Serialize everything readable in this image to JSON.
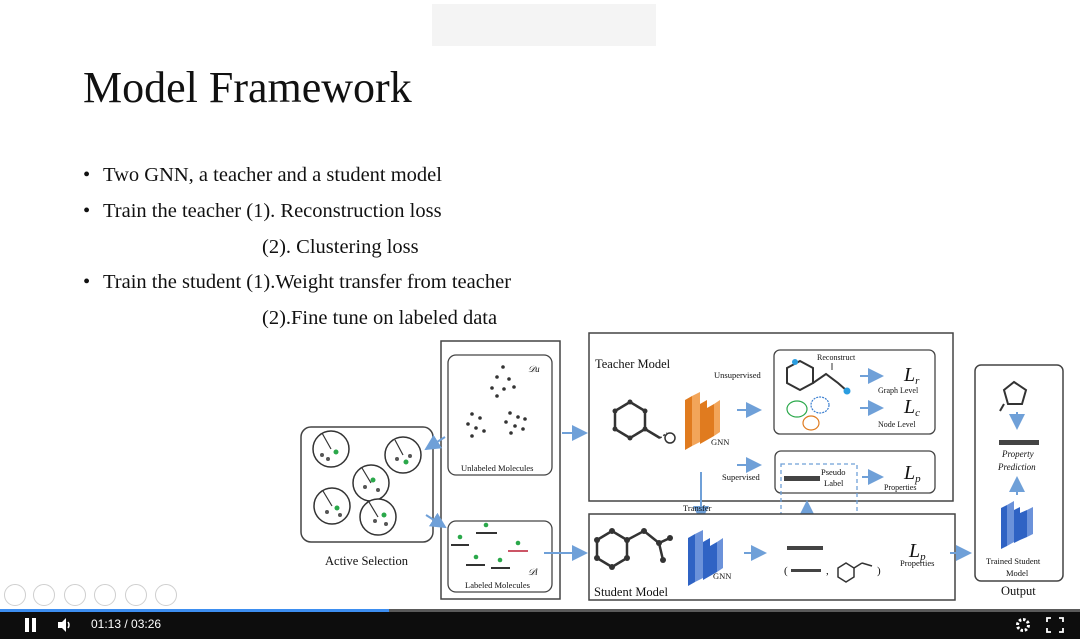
{
  "slide": {
    "title": "Model Framework",
    "bullets": [
      {
        "text": "Two GNN, a teacher and a student model"
      },
      {
        "text": "Train the teacher (1). Reconstruction loss"
      },
      {
        "text": "(2). Clustering loss"
      },
      {
        "text": "Train the student (1).Weight transfer from teacher"
      },
      {
        "text": "(2).Fine tune on labeled data"
      }
    ],
    "bullet_symbol": "•"
  },
  "figure": {
    "active_selection_label": "Active Selection",
    "unlabeled_molecules_label": "Unlabeled Molecules",
    "labeled_molecules_label": "Labeled Molecules",
    "du_symbol": "𝒟u",
    "dl_symbol": "𝒟l",
    "teacher_model_label": "Teacher Model",
    "student_model_label": "Student Model",
    "unsupervised_label": "Unsupervised",
    "supervised_label": "Supervised",
    "transfer_label": "Transfer",
    "gnn_label": "GNN",
    "reconstruct_label": "Reconstruct",
    "lr_label": "L",
    "lr_sub": "r",
    "lc_label": "L",
    "lc_sub": "c",
    "lp_label": "L",
    "lp_sub": "p",
    "graph_level_label": "Graph Level",
    "node_level_label": "Node Level",
    "properties_label": "Properties",
    "pseudo_label_label_1": "Pseudo",
    "pseudo_label_label_2": "Label",
    "property_prediction_1": "Property",
    "property_prediction_2": "Prediction",
    "trained_student_1": "Trained Student",
    "trained_student_2": "Model",
    "output_label": "Output",
    "colors": {
      "teacher_gnn": "#e07b1f",
      "student_gnn": "#2f63c4",
      "arrow": "#6fa0d8",
      "cluster_green": "#2aa84a",
      "cluster_blue": "#3b7fd0",
      "cluster_orange": "#e07b1f",
      "node_blue": "#2a9de0"
    }
  },
  "player": {
    "time": "01:13 / 03:26",
    "progress": 0.36,
    "icons": [
      "pause-icon",
      "volume-icon",
      "settings-icon",
      "fullscreen-icon"
    ],
    "overlay_icons": [
      "prev-icon",
      "next-icon",
      "pen-icon",
      "copy-icon",
      "search-icon",
      "more-icon"
    ],
    "accent": "#3d8ef0"
  }
}
